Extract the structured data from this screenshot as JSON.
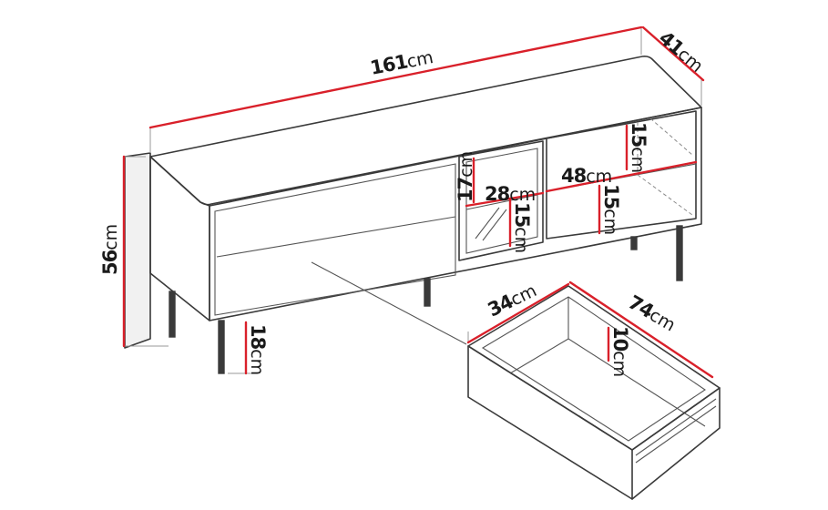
{
  "dimensions": {
    "width": {
      "value": "161",
      "unit": "cm"
    },
    "depth": {
      "value": "41",
      "unit": "cm"
    },
    "height": {
      "value": "56",
      "unit": "cm"
    },
    "leg_height": {
      "value": "18",
      "unit": "cm"
    },
    "glass_door_top": {
      "value": "17",
      "unit": "cm"
    },
    "glass_door_width": {
      "value": "28",
      "unit": "cm"
    },
    "glass_door_shelf": {
      "value": "15",
      "unit": "cm"
    },
    "open_shelf_width": {
      "value": "48",
      "unit": "cm"
    },
    "open_shelf_upper": {
      "value": "15",
      "unit": "cm"
    },
    "open_shelf_lower": {
      "value": "15",
      "unit": "cm"
    },
    "drawer_depth": {
      "value": "34",
      "unit": "cm"
    },
    "drawer_width": {
      "value": "74",
      "unit": "cm"
    },
    "drawer_height": {
      "value": "10",
      "unit": "cm"
    }
  },
  "colors": {
    "dimension_line": "#d9202a",
    "outline": "#3a3a3a"
  }
}
